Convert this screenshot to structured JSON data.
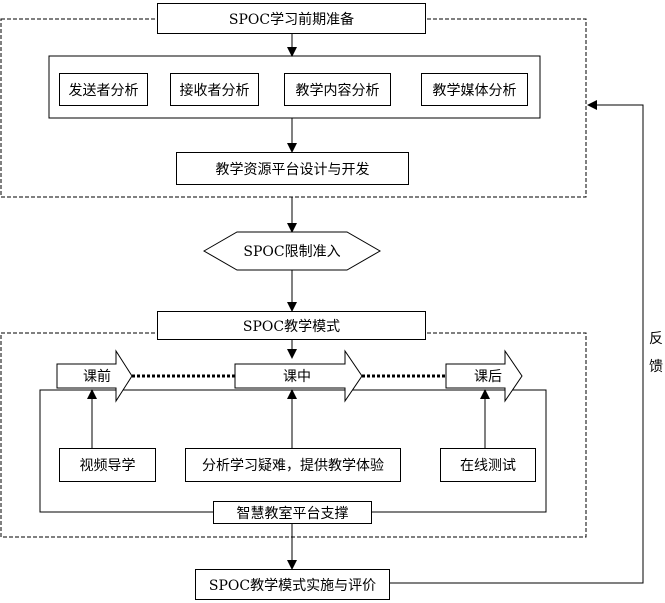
{
  "prep": {
    "title": "SPOC学习前期准备",
    "analysis": [
      "发送者分析",
      "接收者分析",
      "教学内容分析",
      "教学媒体分析"
    ],
    "platform": "教学资源平台设计与开发"
  },
  "access": "SPOC限制准入",
  "mode": {
    "title": "SPOC教学模式",
    "phases": [
      "课前",
      "课中",
      "课后"
    ],
    "activities": [
      "视频导学",
      "分析学习疑难，提供教学体验",
      "在线测试"
    ],
    "support": "智慧教室平台支撑"
  },
  "evaluation": "SPOC教学模式实施与评价",
  "feedback": "反馈"
}
